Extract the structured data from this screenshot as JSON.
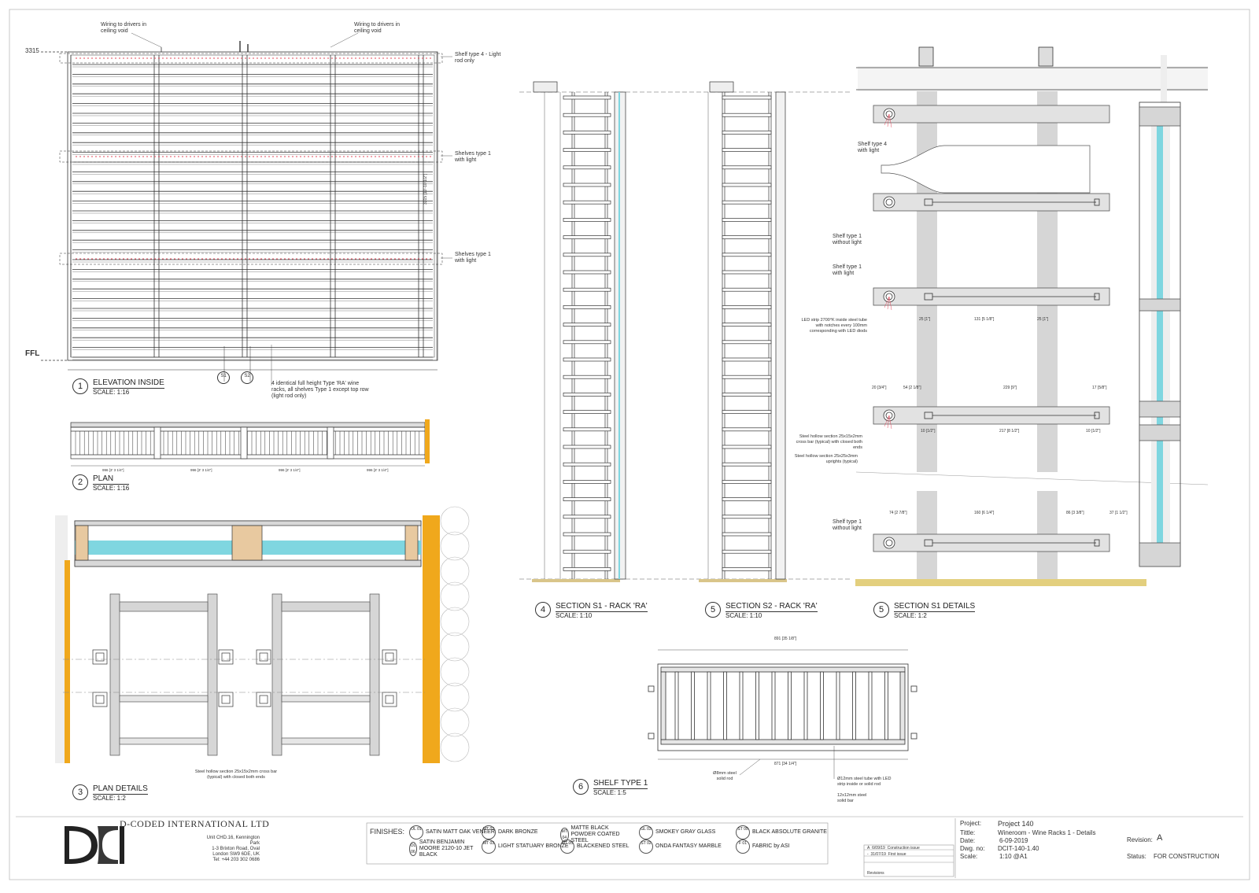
{
  "elevation": {
    "top_level": "3315",
    "ffl": "FFL",
    "wiring_left": "Wiring to drivers in ceiling void",
    "wiring_right": "Wiring to drivers in ceiling void",
    "shelf4": "Shelf type 4 - Light rod only",
    "shelves1a": "Shelves type 1 with light",
    "shelves1b": "Shelves type 1 with light",
    "height_dim": "3315 [10'-10 1/2\"]",
    "note": "4 identical full height Type 'RA' wine racks, all shelves Type 1 except top row (light rod only)",
    "s1": "S1",
    "s2": "S2"
  },
  "plan_dims": [
    "996 [3' 3 1/4\"]",
    "996 [3' 3 1/4\"]",
    "996 [3' 3 1/4\"]",
    "996 [3' 3 1/4\"]"
  ],
  "views": [
    {
      "num": "1",
      "name": "ELEVATION INSIDE",
      "scale": "SCALE: 1:16"
    },
    {
      "num": "2",
      "name": "PLAN",
      "scale": "SCALE: 1:16"
    },
    {
      "num": "3",
      "name": "PLAN DETAILS",
      "scale": "SCALE: 1:2"
    },
    {
      "num": "4",
      "name": "SECTION S1 - RACK 'RA'",
      "scale": "SCALE: 1:10"
    },
    {
      "num": "5",
      "name": "SECTION S2 - RACK 'RA'",
      "scale": "SCALE: 1:10"
    },
    {
      "num": "5",
      "name": "SECTION S1 DETAILS",
      "scale": "SCALE: 1:2"
    },
    {
      "num": "6",
      "name": "SHELF TYPE 1",
      "scale": "SCALE: 1:5"
    }
  ],
  "plan_detail_note": "Steel hollow section 25x15x2mm cross bar (typical) with closed both ends",
  "details": {
    "shelf4": "Shelf type 4 with light",
    "shelf1_nolight": "Shelf type 1 without light",
    "shelf1_light": "Shelf type 1 with light",
    "led": "LED strip 2700°K inside steel tube with notches every 100mm corresponding with LED diods",
    "dim_row1": [
      "25 [1\"]",
      "131 [5 1/8\"]",
      "25 [1\"]"
    ],
    "dim_row2": [
      "20 [3/4\"]",
      "54 [2 1/8\"]",
      "229 [9\"]",
      "17 [5/8\"]"
    ],
    "dim_row3": [
      "10 [1/2\"]",
      "217 [8 1/2\"]",
      "10 [1/2\"]"
    ],
    "crossbar": "Steel hollow section 25x15x2mm cross bar (typical) with closed both ends",
    "uprights": "Steel hollow section 25x25x3mm uprights (typical)",
    "shelf1_nolight2": "Shelf type 1 without light",
    "dim_row4": [
      "74 [2 7/8\"]",
      "160 [6 1/4\"]",
      "86 [3 3/8\"]",
      "37 [1 1/2\"]"
    ]
  },
  "shelf_type1": {
    "rod": "Ø8mm steel solid rod",
    "tube": "Ø12mm steel tube with LED strip inside or solid rod",
    "bar": "12x12mm steel solid bar",
    "width": "871 [34 1/4\"]",
    "top": "891 [35 1/8\"]"
  },
  "company": {
    "name": "D-CODED INTERNATIONAL LTD",
    "address": [
      "Unit CHD.16, Kennington Park",
      "1-3 Brixton Road, Oval",
      "London SW9 6DE, UK",
      "Tel: +44 203 302 0686"
    ]
  },
  "finishes": {
    "label": "FINISHES:",
    "items": [
      {
        "code": "OL 01",
        "text": "SATIN MATT OAK VENEER"
      },
      {
        "code": "OL 06",
        "text": "SATIN BENJAMIN MOORE 2120-10 JET BLACK"
      },
      {
        "code": "MT 02",
        "text": "DARK BRONZE"
      },
      {
        "code": "MT 03",
        "text": "LIGHT STATUARY BRONZE"
      },
      {
        "code": "MT 04",
        "text": "MATTE BLACK POWDER COATED STEEL"
      },
      {
        "code": "MT 05",
        "text": "BLACKENED STEEL"
      },
      {
        "code": "GL 03",
        "text": "SMOKEY GRAY GLASS"
      },
      {
        "code": "ST 02",
        "text": "ONDA FANTASY MARBLE"
      },
      {
        "code": "ST 05",
        "text": "BLACK ABSOLUTE GRANITE"
      },
      {
        "code": "F 01",
        "text": "FABRIC by ASI"
      }
    ]
  },
  "revisions": {
    "rows": [
      {
        "rev": "A",
        "date": "6/09/19",
        "desc": "Construction issue"
      },
      {
        "rev": "-",
        "date": "31/07/19",
        "desc": "First issue"
      }
    ],
    "label": "Revisions"
  },
  "title_block": {
    "project_label": "Project:",
    "project": "Project 140",
    "title_label": "Tittle:",
    "title": "Wineroom - Wine Racks 1 - Details",
    "date_label": "Date:",
    "date": "6-09-2019",
    "dwg_label": "Dwg. no:",
    "dwg": "DCIT-140-1.40",
    "scale_label": "Scale:",
    "scale": "1:10 @A1",
    "revision_label": "Revision:",
    "revision": "A",
    "status_label": "Status:",
    "status": "FOR CONSTRUCTION"
  },
  "colors": {
    "glass": "#7fd6e0",
    "wood": "#f0a81c",
    "steel": "#cfcfcf",
    "line": "#333333",
    "led": "#e3475a"
  }
}
